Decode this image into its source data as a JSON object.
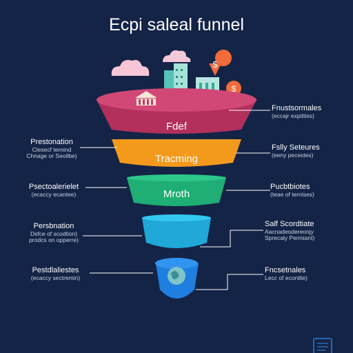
{
  "title": "Ecpi saleal funnel",
  "colors": {
    "background": "#142447",
    "stage1": "#c23a67",
    "stage2": "#f39a1c",
    "stage3": "#21b27a",
    "stage4": "#25b8e6",
    "stage5": "#1f7fe0",
    "connector": "#ffffff"
  },
  "stages": [
    {
      "name": "Fdef"
    },
    {
      "name": "Tracming"
    },
    {
      "name": "Mroth"
    },
    {
      "name": ""
    },
    {
      "name": ""
    }
  ],
  "left_labels": [
    {
      "heading": "Prestonation",
      "lines": [
        "Clesecf ternind",
        "Chnage or Seoilbe)"
      ]
    },
    {
      "heading": "Psectoalerielet",
      "lines": [
        "(ecaccy ecantee)"
      ]
    },
    {
      "heading": "Persbnation",
      "lines": [
        "Dsfce of scodtion)",
        "prodcs on opperre)"
      ]
    },
    {
      "heading": "Pestdlaliestes",
      "lines": [
        "(ecaccy sectremin)"
      ]
    }
  ],
  "right_labels": [
    {
      "heading": "Fnustsormales",
      "lines": [
        "(eccajr expitties)"
      ]
    },
    {
      "heading": "Fslly Seteures",
      "lines": [
        "(eeny pecestes)"
      ]
    },
    {
      "heading": "Pucbtbiotes",
      "lines": [
        "(teae of ternises)"
      ]
    },
    {
      "heading": "Salf Scordtiate",
      "lines": [
        "Aacnadeodereonjy",
        "Sprecaly Permiant)"
      ]
    },
    {
      "heading": "Fncsetnales",
      "lines": [
        "Lecc of econtlie)"
      ]
    }
  ],
  "icons": [
    "cloud-icon",
    "building-icon",
    "skyscraper-icon",
    "bank-icon",
    "dollar-pin-icon",
    "dollar-pin-icon",
    "globe-icon",
    "document-icon"
  ]
}
